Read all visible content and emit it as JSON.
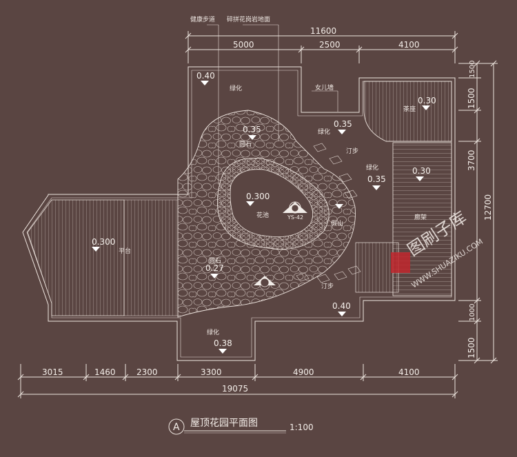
{
  "drawing": {
    "title": "屋顶花园平面图",
    "scale": "1:100",
    "section_mark": "A"
  },
  "callouts": {
    "path": "健康步道",
    "paving": "碎拼花岗岩地面",
    "parapet": "女儿墙"
  },
  "dims_top": {
    "total": "11600",
    "seg1": "5000",
    "seg2": "2500",
    "seg3": "4100"
  },
  "dims_bottom": {
    "total": "19075",
    "seg1": "3015",
    "seg2": "1460",
    "seg3": "2300",
    "seg4": "3300",
    "seg5": "4900",
    "seg6": "4100"
  },
  "dims_right": {
    "total": "12700",
    "seg1": "1500",
    "seg2": "1500",
    "seg3": "3700",
    "seg4": "1500",
    "seg5": "1000"
  },
  "zones": {
    "green_nw": "绿化",
    "green_e": "绿化",
    "green_mid": "绿化",
    "green_s": "绿化",
    "teahouse": "茶座",
    "corridor": "廊架",
    "platform": "平台",
    "pool": "花池",
    "stone1": "圆石",
    "stone2": "圆石",
    "rockery": "假山",
    "step1": "汀步",
    "step2": "汀步",
    "pool_code": "YS-42"
  },
  "levels": {
    "nw": "0.40",
    "teahouse": "0.30",
    "north_paving": "0.35",
    "east": "0.35",
    "corridor": "0.30",
    "east_center": "0.35",
    "pool": "0.300",
    "platform": "0.300",
    "sw_paving": "0.27",
    "se": "0.40",
    "south": "0.38"
  },
  "watermark": {
    "brand": "图刷子库",
    "url": "WWW.SHUAZIKU.COM"
  },
  "colors": {
    "background": "#5a4542",
    "lines": "#efe6e0",
    "watermark": "#c1272d"
  }
}
